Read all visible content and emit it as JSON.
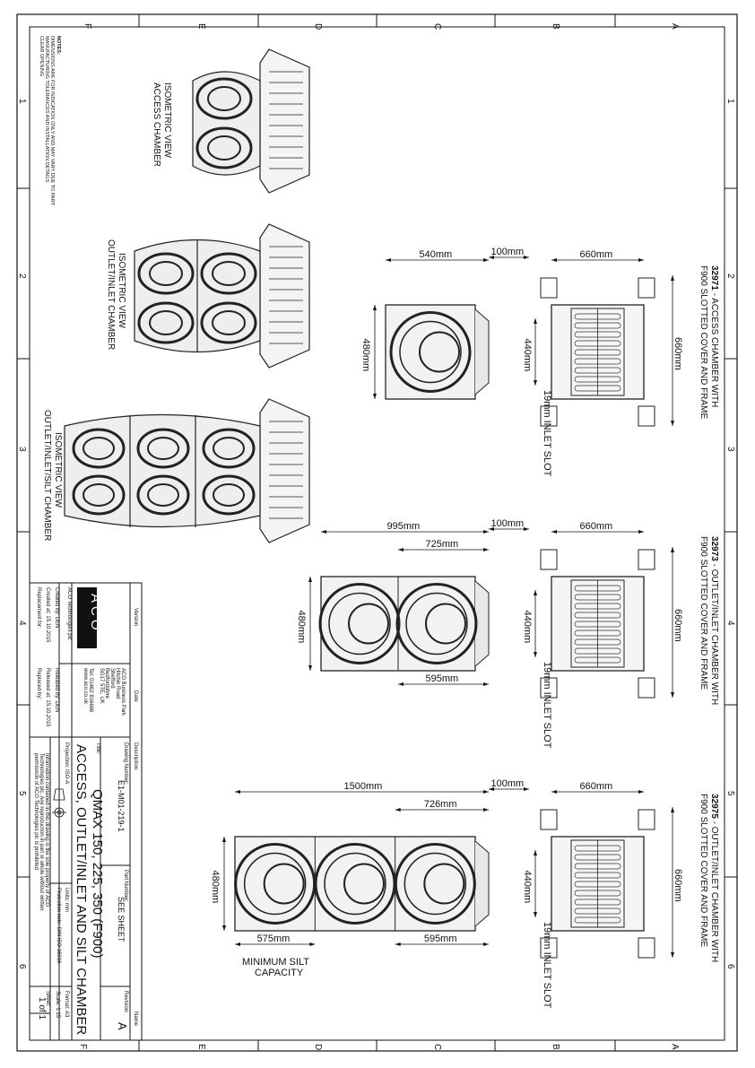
{
  "border_letters": {
    "top": [
      "F",
      "E",
      "D",
      "C",
      "B",
      "A"
    ],
    "bottom": [
      "F",
      "E",
      "D",
      "C",
      "B",
      "A"
    ]
  },
  "border_numbers": {
    "left": [
      "1",
      "2",
      "3",
      "4",
      "5",
      "6"
    ],
    "right": [
      "1",
      "2",
      "3",
      "4",
      "5",
      "6"
    ]
  },
  "notes": {
    "heading": "NOTES:",
    "lines": [
      "DIMENSIONS ARE FOR INDICATION ONLY AND MAY VARY DUE TO PART",
      "MANUFACTURING TOLERANCES AND INSTALLATION DETAILS",
      "CLEAR OPENING"
    ]
  },
  "views": [
    {
      "code": "32971",
      "title_line1": " - ACCESS CHAMBER WITH",
      "title_line2": "F900 SLOTTED COVER AND FRAME",
      "iso_line1": "ISOMETRIC VIEW",
      "iso_line2": "ACCESS CHAMBER",
      "plan_width": "660mm",
      "plan_height": "660mm",
      "opening": "440mm",
      "slot": "19mm  INLET SLOT",
      "side_length": "540mm",
      "side_extra": "100mm",
      "side_height": "480mm"
    },
    {
      "code": "32973",
      "title_line1": " - OUTLET/INLET CHAMBER WITH",
      "title_line2": "F900 SLOTTED COVER AND FRAME",
      "iso_line1": "ISOMETRIC VIEW",
      "iso_line2": "OUTLET/INLET CHAMBER",
      "plan_width": "660mm",
      "plan_height": "660mm",
      "opening": "440mm",
      "slot": "19mm  INLET SLOT",
      "side_length": "995mm",
      "side_inner": "725mm",
      "side_extra": "100mm",
      "side_height": "480mm",
      "side_bottom": "595mm"
    },
    {
      "code": "32975",
      "title_line1": " - OUTLET/INLET CHAMBER WITH",
      "title_line2": "F900 SLOTTED COVER AND FRAME",
      "iso_line1": "ISOMETRIC VIEW",
      "iso_line2": "OUTLET/INLET/SILT CHAMBER",
      "plan_width": "660mm",
      "plan_height": "660mm",
      "opening": "440mm",
      "slot": "19mm  INLET SLOT",
      "side_length": "1500mm",
      "side_inner": "726mm",
      "side_extra": "100mm",
      "side_height": "480mm",
      "side_bottom": "595mm",
      "silt_dim": "575mm",
      "silt_line1": "MINIMUM SILT",
      "silt_line2": "CAPACITY"
    }
  ],
  "title_block": {
    "version_label": "Version",
    "date_label": "Date",
    "description_label": "Description",
    "name_label": "Name",
    "logo_text": "ACO",
    "company": "ACO Technologies plc",
    "address": [
      "ACO Business Park",
      "Hitchin Road",
      "Shefford",
      "Bedfordshire",
      "SG17 5TE, UK"
    ],
    "tel": "Tel: 01462 816666",
    "web": "www.aco.co.uk",
    "created_by": "Created by:  DEN",
    "released_by": "Released by:  DEN",
    "created_at": "Created at:  15.10.2015",
    "released_at": "Released at:  15.10.2015",
    "replacement_for": "Replacement for:",
    "replaced_by": "Replaced by:",
    "drawing_number_label": "Drawing Number:",
    "drawing_number": "E1-M01-219-1",
    "part_number_label": "Part Number:",
    "part_number": "SEE SHEET",
    "revision_label": "Revision:",
    "revision": "A",
    "title_label": "Title:",
    "title_line1": "QMAX 150, 225, 350 (F900)",
    "title_line2": "ACCESS, OUTLET/INLET AND SILT CHAMBER",
    "projection": "Projection: ISO-A",
    "units": "Units: mm",
    "protection_note": "Protection note: DIN ISO 16016",
    "confidential": [
      "Information contained in this drawing is the sole property of ACO",
      "Technologies plc. Any reproduction in part or whole without written",
      "permission of ACO Technologies plc is prohibited"
    ],
    "format": "Format: A3",
    "scale": "Scale: 1:15",
    "sheet_label": "Sheet:",
    "sheet": "1 of 1"
  }
}
